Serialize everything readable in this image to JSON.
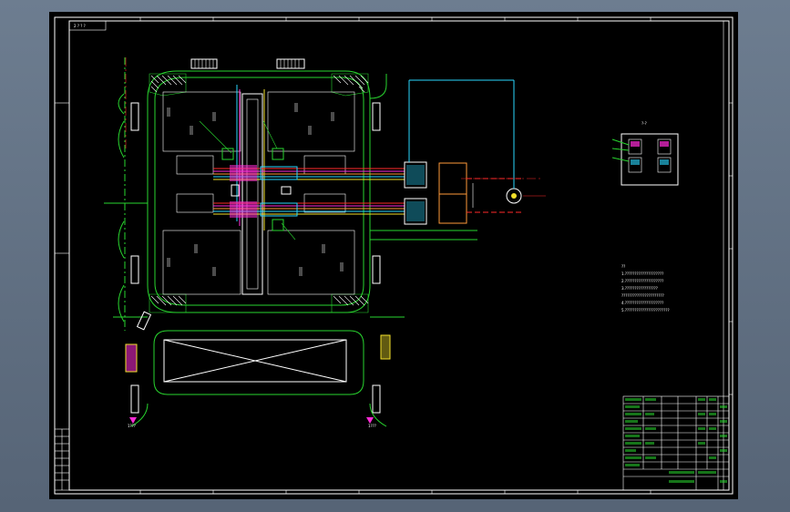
{
  "drawing": {
    "background": "#000000",
    "colors": {
      "frame": "#ffffff",
      "roads": "#29d62f",
      "pipes_red": "#ff2a2a",
      "pipes_magenta": "#ff2bd7",
      "pipes_cyan": "#2ad7ff",
      "equipment_yellow": "#f2e02a",
      "hatch_white": "#ffffff"
    },
    "labels": {
      "north_note": "1???",
      "south_note": "1???",
      "inset_title": "?-?",
      "notes_title": "??"
    },
    "notes_lines": [
      "1.????????????????????",
      "2.????????????????????",
      "3.?????????????????",
      "??????????????????????",
      "4.????????????????????",
      "5.???????????????????????"
    ]
  }
}
